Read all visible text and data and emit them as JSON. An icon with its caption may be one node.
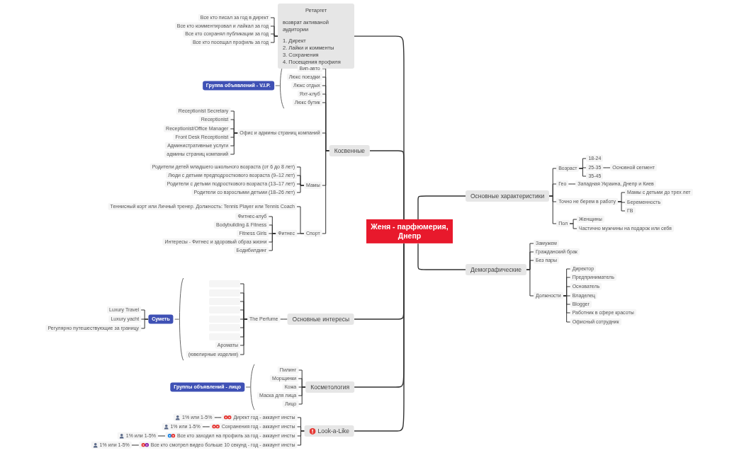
{
  "diagram": {
    "nodes": [
      {
        "text": [
          "Женя - парфюмерия, Днепр"
        ]
      },
      {
        "text": [
          "Ретаргет",
          "возврат активаной аудитории",
          "1. Директ",
          "2. Лайки и комменты",
          "3. Сохранения",
          "4. Посещения профиля"
        ]
      },
      {
        "text": [
          "Все кто писал за год в директ"
        ]
      },
      {
        "text": [
          "Все кто комментировал и лайкал за год"
        ]
      },
      {
        "text": [
          "Все кто сохранял публикации за год"
        ]
      },
      {
        "text": [
          "Все кто посещал профиль за год"
        ]
      },
      {
        "text": [
          "Косвенные"
        ]
      },
      {
        "text": [
          "Вип-авто"
        ]
      },
      {
        "text": [
          "Люкс поездки"
        ]
      },
      {
        "text": [
          "Люкс отдых"
        ]
      },
      {
        "text": [
          "Яхт-клуб"
        ]
      },
      {
        "text": [
          "Люкс бутик"
        ]
      },
      {
        "text": [
          "Офис и админы страниц компаний"
        ]
      },
      {
        "text": [
          "Мамы"
        ]
      },
      {
        "text": [
          "Спорт"
        ]
      },
      {
        "text": [
          "Receptionist Secretary"
        ]
      },
      {
        "text": [
          "Receptionist"
        ]
      },
      {
        "text": [
          "Receptionist/Office Manager"
        ]
      },
      {
        "text": [
          "Front Desk Receptionist"
        ]
      },
      {
        "text": [
          "Административные услуги"
        ]
      },
      {
        "text": [
          "админы страниц компаний"
        ]
      },
      {
        "text": [
          "Родители детей младшего школьного возраста (от 6 до 8 лет)"
        ]
      },
      {
        "text": [
          "Люди с детьми предподросткового возраста (9–12 лет)"
        ]
      },
      {
        "text": [
          "Родители с детьми подросткового возраста (13–17 лет)"
        ]
      },
      {
        "text": [
          "Родители со взрослыми детьми (18–26 лет)"
        ]
      },
      {
        "text": [
          "Теннисный корт или Личный тренер. Должность: Tennis Player или Tennis Coach"
        ]
      },
      {
        "text": [
          "Фитнес"
        ]
      },
      {
        "text": [
          "Фитнес-клуб"
        ]
      },
      {
        "text": [
          "Bodybuilding & Fitness"
        ]
      },
      {
        "text": [
          "Fitness Girls"
        ]
      },
      {
        "text": [
          "Интересы - Фитнес и здоровый образ жизни"
        ]
      },
      {
        "text": [
          "Бодибилдинг"
        ]
      },
      {
        "text": [
          "Группа объявлений - V.I.P."
        ]
      },
      {
        "text": [
          "Основные интересы"
        ]
      },
      {
        "text": [
          "The Perfume"
        ]
      },
      {
        "text": [],
        "shape": "box"
      },
      {
        "text": [],
        "shape": "box"
      },
      {
        "text": [],
        "shape": "box"
      },
      {
        "text": [],
        "shape": "box"
      },
      {
        "text": [],
        "shape": "box"
      },
      {
        "text": [],
        "shape": "box"
      },
      {
        "text": [],
        "shape": "box"
      },
      {
        "text": [
          "Ароматы"
        ]
      },
      {
        "text": [
          "(ювелирные изделия)"
        ]
      },
      {
        "text": [
          "Суметь"
        ]
      },
      {
        "text": [
          "Luxury Travel"
        ]
      },
      {
        "text": [
          "Luxury yacht"
        ]
      },
      {
        "text": [
          "Регулярно путешествующие за границу"
        ]
      },
      {
        "text": [
          "Косметология"
        ]
      },
      {
        "text": [
          "Пилинг"
        ]
      },
      {
        "text": [
          "Морщинки"
        ]
      },
      {
        "text": [
          "Кожа"
        ]
      },
      {
        "text": [
          "Маска для лица"
        ]
      },
      {
        "text": [
          "Лицо"
        ]
      },
      {
        "text": [
          "Группы объявлений - лицо"
        ]
      },
      {
        "text": [
          "Look-a-Like"
        ]
      },
      {
        "text": [
          "Директ год - аккаунт инсты"
        ]
      },
      {
        "text": [
          "Сохранения год - аккаунт инсты"
        ]
      },
      {
        "text": [
          "Все кто заходил на профиль за год - аккаунт инсты"
        ]
      },
      {
        "text": [
          "Все кто смотрел видео больше 10 секунд - год - аккаунт инсты"
        ]
      },
      {
        "text": [
          "1% или 1-5%"
        ]
      },
      {
        "text": [
          "1% или 1-5%"
        ]
      },
      {
        "text": [
          "1% или 1-5%"
        ]
      },
      {
        "text": [
          "1% или 1-5%"
        ]
      },
      {
        "text": [
          "Основные характеристики"
        ]
      },
      {
        "text": [
          "Возраст"
        ]
      },
      {
        "text": [
          "Гео"
        ]
      },
      {
        "text": [
          "Точно не берем в работу"
        ]
      },
      {
        "text": [
          "Пол"
        ]
      },
      {
        "text": [
          "18-24"
        ]
      },
      {
        "text": [
          "25-35"
        ]
      },
      {
        "text": [
          "35-45"
        ]
      },
      {
        "text": [
          "Основной сегмент"
        ]
      },
      {
        "text": [
          "Западная Украина, Днепр и Киев"
        ]
      },
      {
        "text": [
          "Мамы с детьми до трех лет"
        ]
      },
      {
        "text": [
          "Беременность"
        ]
      },
      {
        "text": [
          "ГВ"
        ]
      },
      {
        "text": [
          "Женщины"
        ]
      },
      {
        "text": [
          "Частично мужчины на подарок или себя"
        ]
      },
      {
        "text": [
          "Демографические"
        ]
      },
      {
        "text": [
          "Замужем"
        ]
      },
      {
        "text": [
          "Гражданский брак"
        ]
      },
      {
        "text": [
          "Без пары"
        ]
      },
      {
        "text": [
          "Должности"
        ]
      },
      {
        "text": [
          "Директор"
        ]
      },
      {
        "text": [
          "Предприниматель"
        ]
      },
      {
        "text": [
          "Основатель"
        ]
      },
      {
        "text": [
          "Владелец"
        ]
      },
      {
        "text": [
          "Blogger"
        ]
      },
      {
        "text": [
          "Работник в сфере красоты"
        ]
      },
      {
        "text": [
          "Офисный сотрудник"
        ]
      }
    ],
    "edges": [
      {
        "from": 0,
        "to": 1,
        "arrow": "none"
      },
      {
        "from": 1,
        "to": 2,
        "arrow": "none"
      },
      {
        "from": 1,
        "to": 3,
        "arrow": "none"
      },
      {
        "from": 1,
        "to": 4,
        "arrow": "none"
      },
      {
        "from": 1,
        "to": 5,
        "arrow": "none"
      },
      {
        "from": 0,
        "to": 6,
        "arrow": "none"
      },
      {
        "from": 6,
        "to": 7,
        "arrow": "none"
      },
      {
        "from": 6,
        "to": 8,
        "arrow": "none"
      },
      {
        "from": 6,
        "to": 9,
        "arrow": "none"
      },
      {
        "from": 6,
        "to": 10,
        "arrow": "none"
      },
      {
        "from": 6,
        "to": 11,
        "arrow": "none"
      },
      {
        "from": 6,
        "to": 12,
        "arrow": "none"
      },
      {
        "from": 6,
        "to": 13,
        "arrow": "none"
      },
      {
        "from": 6,
        "to": 14,
        "arrow": "none"
      },
      {
        "from": 12,
        "to": 15,
        "arrow": "none"
      },
      {
        "from": 12,
        "to": 16,
        "arrow": "none"
      },
      {
        "from": 12,
        "to": 17,
        "arrow": "none"
      },
      {
        "from": 12,
        "to": 18,
        "arrow": "none"
      },
      {
        "from": 12,
        "to": 19,
        "arrow": "none"
      },
      {
        "from": 12,
        "to": 20,
        "arrow": "none"
      },
      {
        "from": 13,
        "to": 21,
        "arrow": "none"
      },
      {
        "from": 13,
        "to": 22,
        "arrow": "none"
      },
      {
        "from": 13,
        "to": 23,
        "arrow": "none"
      },
      {
        "from": 13,
        "to": 24,
        "arrow": "none"
      },
      {
        "from": 14,
        "to": 25,
        "arrow": "none"
      },
      {
        "from": 14,
        "to": 26,
        "arrow": "none"
      },
      {
        "from": 26,
        "to": 27,
        "arrow": "none"
      },
      {
        "from": 26,
        "to": 28,
        "arrow": "none"
      },
      {
        "from": 26,
        "to": 29,
        "arrow": "none"
      },
      {
        "from": 26,
        "to": 30,
        "arrow": "none"
      },
      {
        "from": 26,
        "to": 31,
        "arrow": "none"
      },
      {
        "from": 0,
        "to": 33,
        "arrow": "none"
      },
      {
        "from": 33,
        "to": 34,
        "arrow": "none"
      },
      {
        "from": 34,
        "to": 35,
        "arrow": "none"
      },
      {
        "from": 34,
        "to": 36,
        "arrow": "none"
      },
      {
        "from": 34,
        "to": 37,
        "arrow": "none"
      },
      {
        "from": 34,
        "to": 38,
        "arrow": "none"
      },
      {
        "from": 34,
        "to": 39,
        "arrow": "none"
      },
      {
        "from": 34,
        "to": 40,
        "arrow": "none"
      },
      {
        "from": 34,
        "to": 41,
        "arrow": "none"
      },
      {
        "from": 34,
        "to": 42,
        "arrow": "none"
      },
      {
        "from": 34,
        "to": 43,
        "arrow": "none"
      },
      {
        "from": 44,
        "to": 45,
        "arrow": "none"
      },
      {
        "from": 44,
        "to": 46,
        "arrow": "none"
      },
      {
        "from": 44,
        "to": 47,
        "arrow": "none"
      },
      {
        "from": 0,
        "to": 48,
        "arrow": "none"
      },
      {
        "from": 48,
        "to": 49,
        "arrow": "none"
      },
      {
        "from": 48,
        "to": 50,
        "arrow": "none"
      },
      {
        "from": 48,
        "to": 51,
        "arrow": "none"
      },
      {
        "from": 48,
        "to": 52,
        "arrow": "none"
      },
      {
        "from": 48,
        "to": 53,
        "arrow": "none"
      },
      {
        "from": 0,
        "to": 55,
        "arrow": "none"
      },
      {
        "from": 55,
        "to": 56,
        "arrow": "none"
      },
      {
        "from": 55,
        "to": 57,
        "arrow": "none"
      },
      {
        "from": 55,
        "to": 58,
        "arrow": "none"
      },
      {
        "from": 55,
        "to": 59,
        "arrow": "none"
      },
      {
        "from": 56,
        "to": 60,
        "arrow": "none"
      },
      {
        "from": 57,
        "to": 61,
        "arrow": "none"
      },
      {
        "from": 58,
        "to": 62,
        "arrow": "none"
      },
      {
        "from": 59,
        "to": 63,
        "arrow": "none"
      },
      {
        "from": 0,
        "to": 64,
        "arrow": "none"
      },
      {
        "from": 64,
        "to": 65,
        "arrow": "none"
      },
      {
        "from": 64,
        "to": 66,
        "arrow": "none"
      },
      {
        "from": 64,
        "to": 67,
        "arrow": "none"
      },
      {
        "from": 64,
        "to": 68,
        "arrow": "none"
      },
      {
        "from": 65,
        "to": 69,
        "arrow": "none"
      },
      {
        "from": 65,
        "to": 70,
        "arrow": "none"
      },
      {
        "from": 65,
        "to": 71,
        "arrow": "none"
      },
      {
        "from": 70,
        "to": 72,
        "arrow": "none"
      },
      {
        "from": 66,
        "to": 73,
        "arrow": "none"
      },
      {
        "from": 67,
        "to": 74,
        "arrow": "none"
      },
      {
        "from": 67,
        "to": 75,
        "arrow": "none"
      },
      {
        "from": 67,
        "to": 76,
        "arrow": "none"
      },
      {
        "from": 68,
        "to": 77,
        "arrow": "none"
      },
      {
        "from": 68,
        "to": 78,
        "arrow": "none"
      },
      {
        "from": 0,
        "to": 79,
        "arrow": "none"
      },
      {
        "from": 79,
        "to": 80,
        "arrow": "none"
      },
      {
        "from": 79,
        "to": 81,
        "arrow": "none"
      },
      {
        "from": 79,
        "to": 82,
        "arrow": "none"
      },
      {
        "from": 79,
        "to": 83,
        "arrow": "none"
      },
      {
        "from": 83,
        "to": 84,
        "arrow": "none"
      },
      {
        "from": 83,
        "to": 85,
        "arrow": "none"
      },
      {
        "from": 83,
        "to": 86,
        "arrow": "none"
      },
      {
        "from": 83,
        "to": 87,
        "arrow": "none"
      },
      {
        "from": 83,
        "to": 88,
        "arrow": "none"
      },
      {
        "from": 83,
        "to": 89,
        "arrow": "none"
      },
      {
        "from": 83,
        "to": 90,
        "arrow": "none"
      }
    ]
  }
}
